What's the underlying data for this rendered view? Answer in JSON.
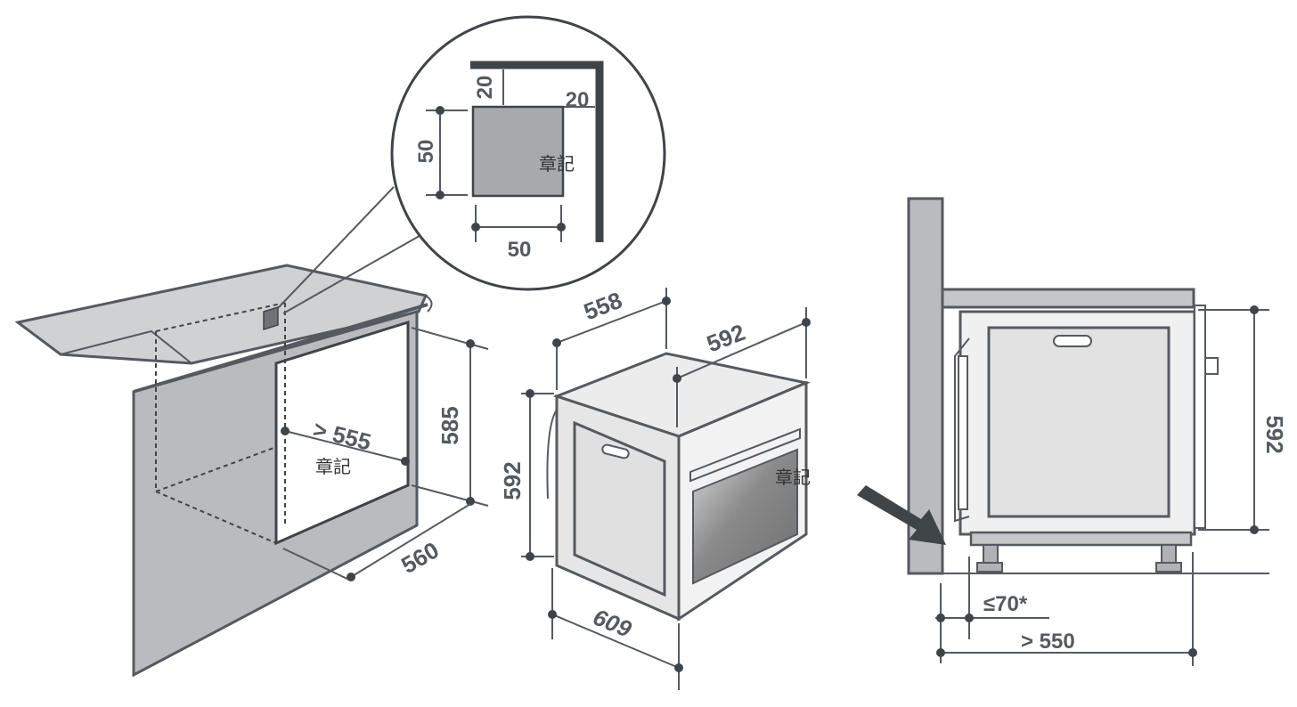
{
  "detail": {
    "gap_top": "20",
    "gap_side": "20",
    "cutout_height": "50",
    "cutout_width": "50",
    "stamp": "章記"
  },
  "cabinet": {
    "min_width": "> 555",
    "height": "585",
    "depth": "560",
    "stamp": "章記"
  },
  "oven": {
    "depth": "558",
    "width": "592",
    "height": "592",
    "total_depth": "609",
    "stamp": "章記"
  },
  "side_view": {
    "height": "592",
    "max_gap": "≤70*",
    "min_depth": "> 550"
  },
  "colors": {
    "line": "#555a60",
    "panel_fill": "#b9bbbe",
    "oven_fill": "#e6e6e6",
    "glass": "#8e8e8e"
  }
}
